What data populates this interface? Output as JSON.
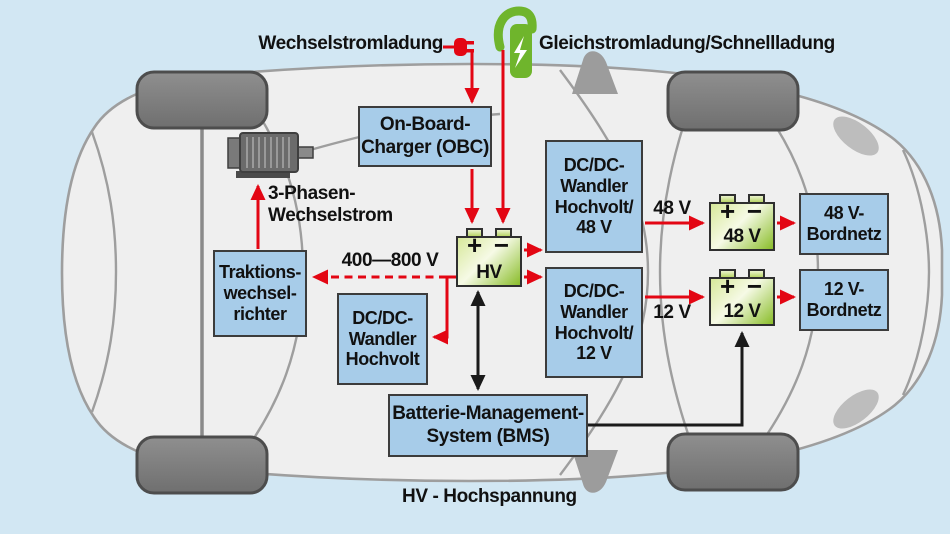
{
  "colors": {
    "background": "#d2e7f3",
    "box_fill": "#a7cce9",
    "box_border": "#3c3c3c",
    "arrow_red": "#e30613",
    "arrow_black": "#1a1a1a",
    "text": "#111111",
    "battery_light": "#f6fae6",
    "battery_green": "#8abd2a",
    "battery_mid": "#d7e89a",
    "plug_green": "#6fb52c",
    "car_body": "#efefef",
    "car_line": "#9e9e9e",
    "wheel": "#828282"
  },
  "top_labels": {
    "ac_charging": "Wechselstromladung",
    "dc_charging": "Gleichstromladung/Schnellladung"
  },
  "boxes": {
    "obc": "On-Board-\nCharger (OBC)",
    "traction_inverter": "Traktions-\nwechsel-\nrichter",
    "dcdc_hv": "DC/DC-\nWandler\nHochvolt",
    "dcdc_48": "DC/DC-\nWandler\nHochvolt/\n48 V",
    "dcdc_12": "DC/DC-\nWandler\nHochvolt/\n12 V",
    "net48": "48 V-\nBordnetz",
    "net12": "12 V-\nBordnetz",
    "bms": "Batterie-Management-\nSystem (BMS)"
  },
  "batteries": {
    "hv": {
      "plus": "+",
      "minus": "−",
      "label": "HV"
    },
    "b48": {
      "plus": "+",
      "minus": "−",
      "label": "48 V"
    },
    "b12": {
      "plus": "+",
      "minus": "−",
      "label": "12 V"
    }
  },
  "wire_labels": {
    "motor_ac": "3-Phasen-\nWechselstrom",
    "hv_range": "400—800 V",
    "v48": "48 V",
    "v12": "12 V"
  },
  "caption": "HV - Hochspannung"
}
